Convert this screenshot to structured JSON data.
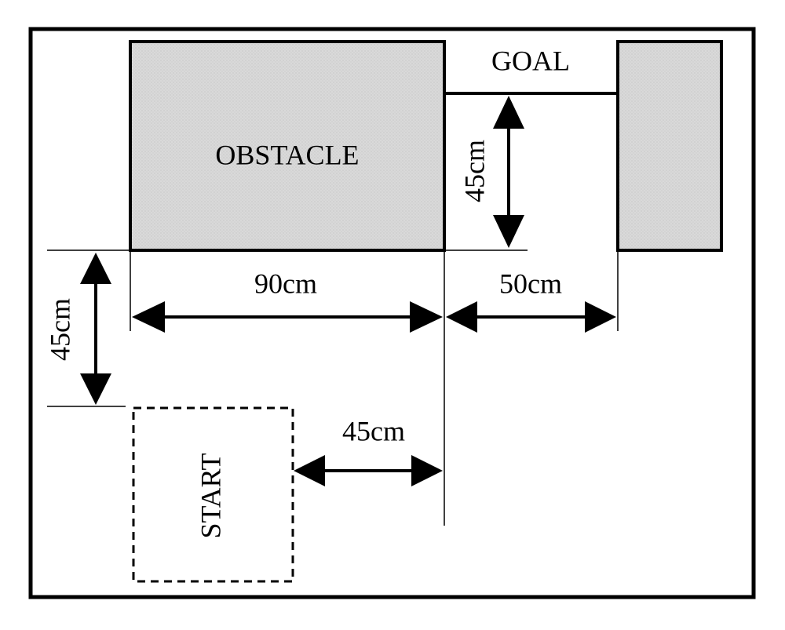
{
  "labels": {
    "obstacle": "OBSTACLE",
    "goal": "GOAL",
    "start": "START"
  },
  "dimensions": {
    "obstacle_width": "90cm",
    "goal_width": "50cm",
    "goal_depth": "45cm",
    "clearance_vertical": "45cm",
    "start_offset": "45cm"
  },
  "colors": {
    "obstacle_fill": "#d9d9d9",
    "stroke": "#000000",
    "background": "#ffffff"
  }
}
